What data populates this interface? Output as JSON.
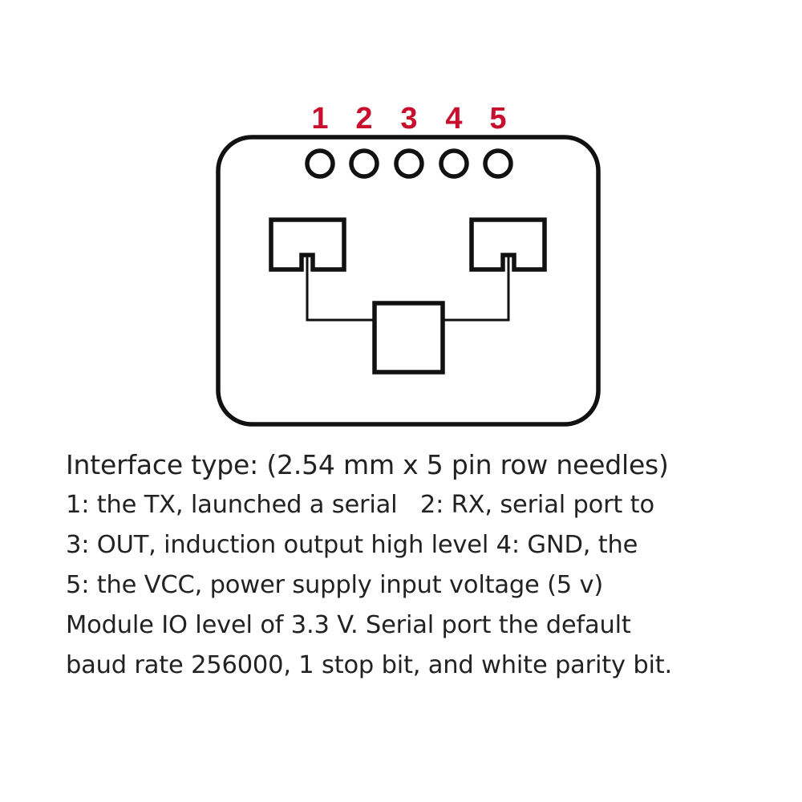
{
  "pins": [
    {
      "number": "1"
    },
    {
      "number": "2"
    },
    {
      "number": "3"
    },
    {
      "number": "4"
    },
    {
      "number": "5"
    }
  ],
  "colors": {
    "pin_number": "#c8102e",
    "outline": "#111111",
    "text": "#222222"
  },
  "description": {
    "title": "Interface type: (2.54 mm x 5 pin row needles)",
    "lines": [
      "1: the TX, launched a serial   2: RX, serial port to",
      "3: OUT, induction output high level 4: GND, the",
      "5: the VCC, power supply input voltage (5 v)",
      "Module IO level of 3.3 V. Serial port the default",
      "baud rate 256000, 1 stop bit, and white parity bit."
    ]
  }
}
